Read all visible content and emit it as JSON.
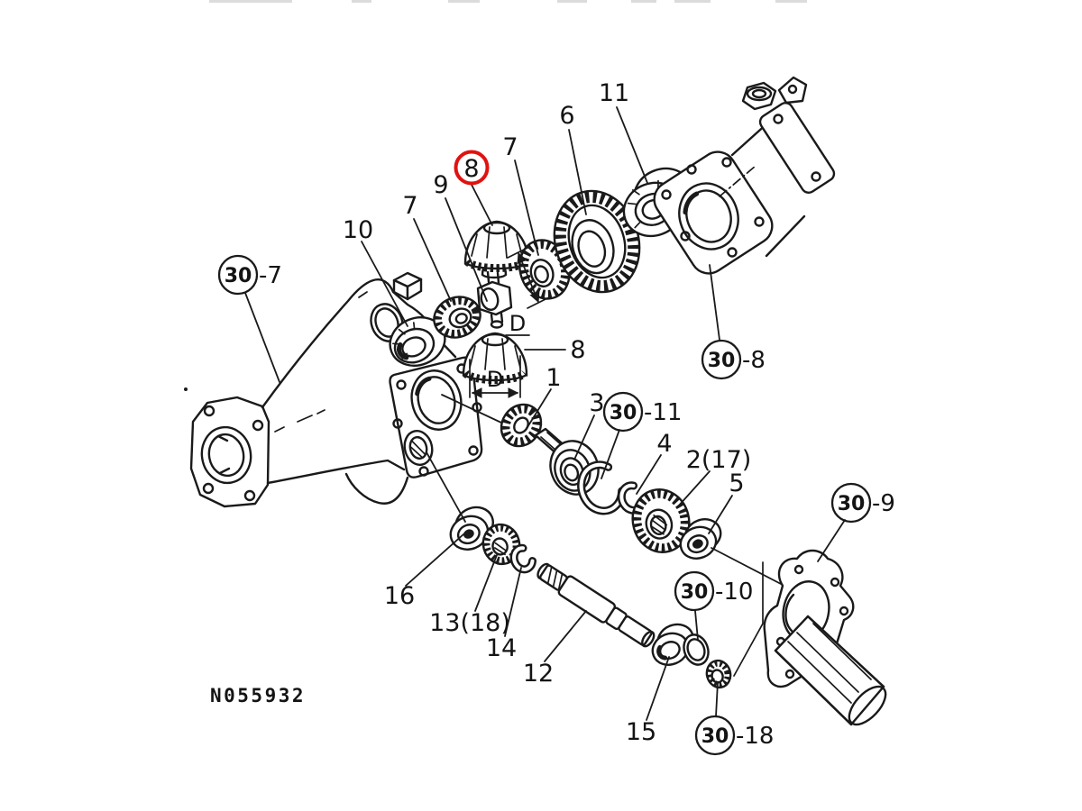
{
  "figure": {
    "drawing_number": "N055932",
    "type": "exploded-parts-diagram",
    "colors": {
      "line": "#1a1a1a",
      "background": "#ffffff",
      "highlight_ring": "#e01210"
    }
  },
  "callouts": {
    "p8_top": "8",
    "p7_upper": "7",
    "p9": "9",
    "p7_lower": "7",
    "p10": "10",
    "p6": "6",
    "p11": "11",
    "p8_mid": "8",
    "p1": "1",
    "p3": "3",
    "p4": "4",
    "p2": "2(17)",
    "p5": "5",
    "p16": "16",
    "p13": "13(18)",
    "p14": "14",
    "p12": "12",
    "p15": "15",
    "p30_7": {
      "circled": "30",
      "suffix": "-7"
    },
    "p30_8": {
      "circled": "30",
      "suffix": "-8"
    },
    "p30_9": {
      "circled": "30",
      "suffix": "-9"
    },
    "p30_10": {
      "circled": "30",
      "suffix": "-10"
    },
    "p30_11": {
      "circled": "30",
      "suffix": "-11"
    },
    "p30_18": {
      "circled": "30",
      "suffix": "-18"
    }
  },
  "dimensions": {
    "d_upper": "D",
    "d_lower": "D"
  }
}
